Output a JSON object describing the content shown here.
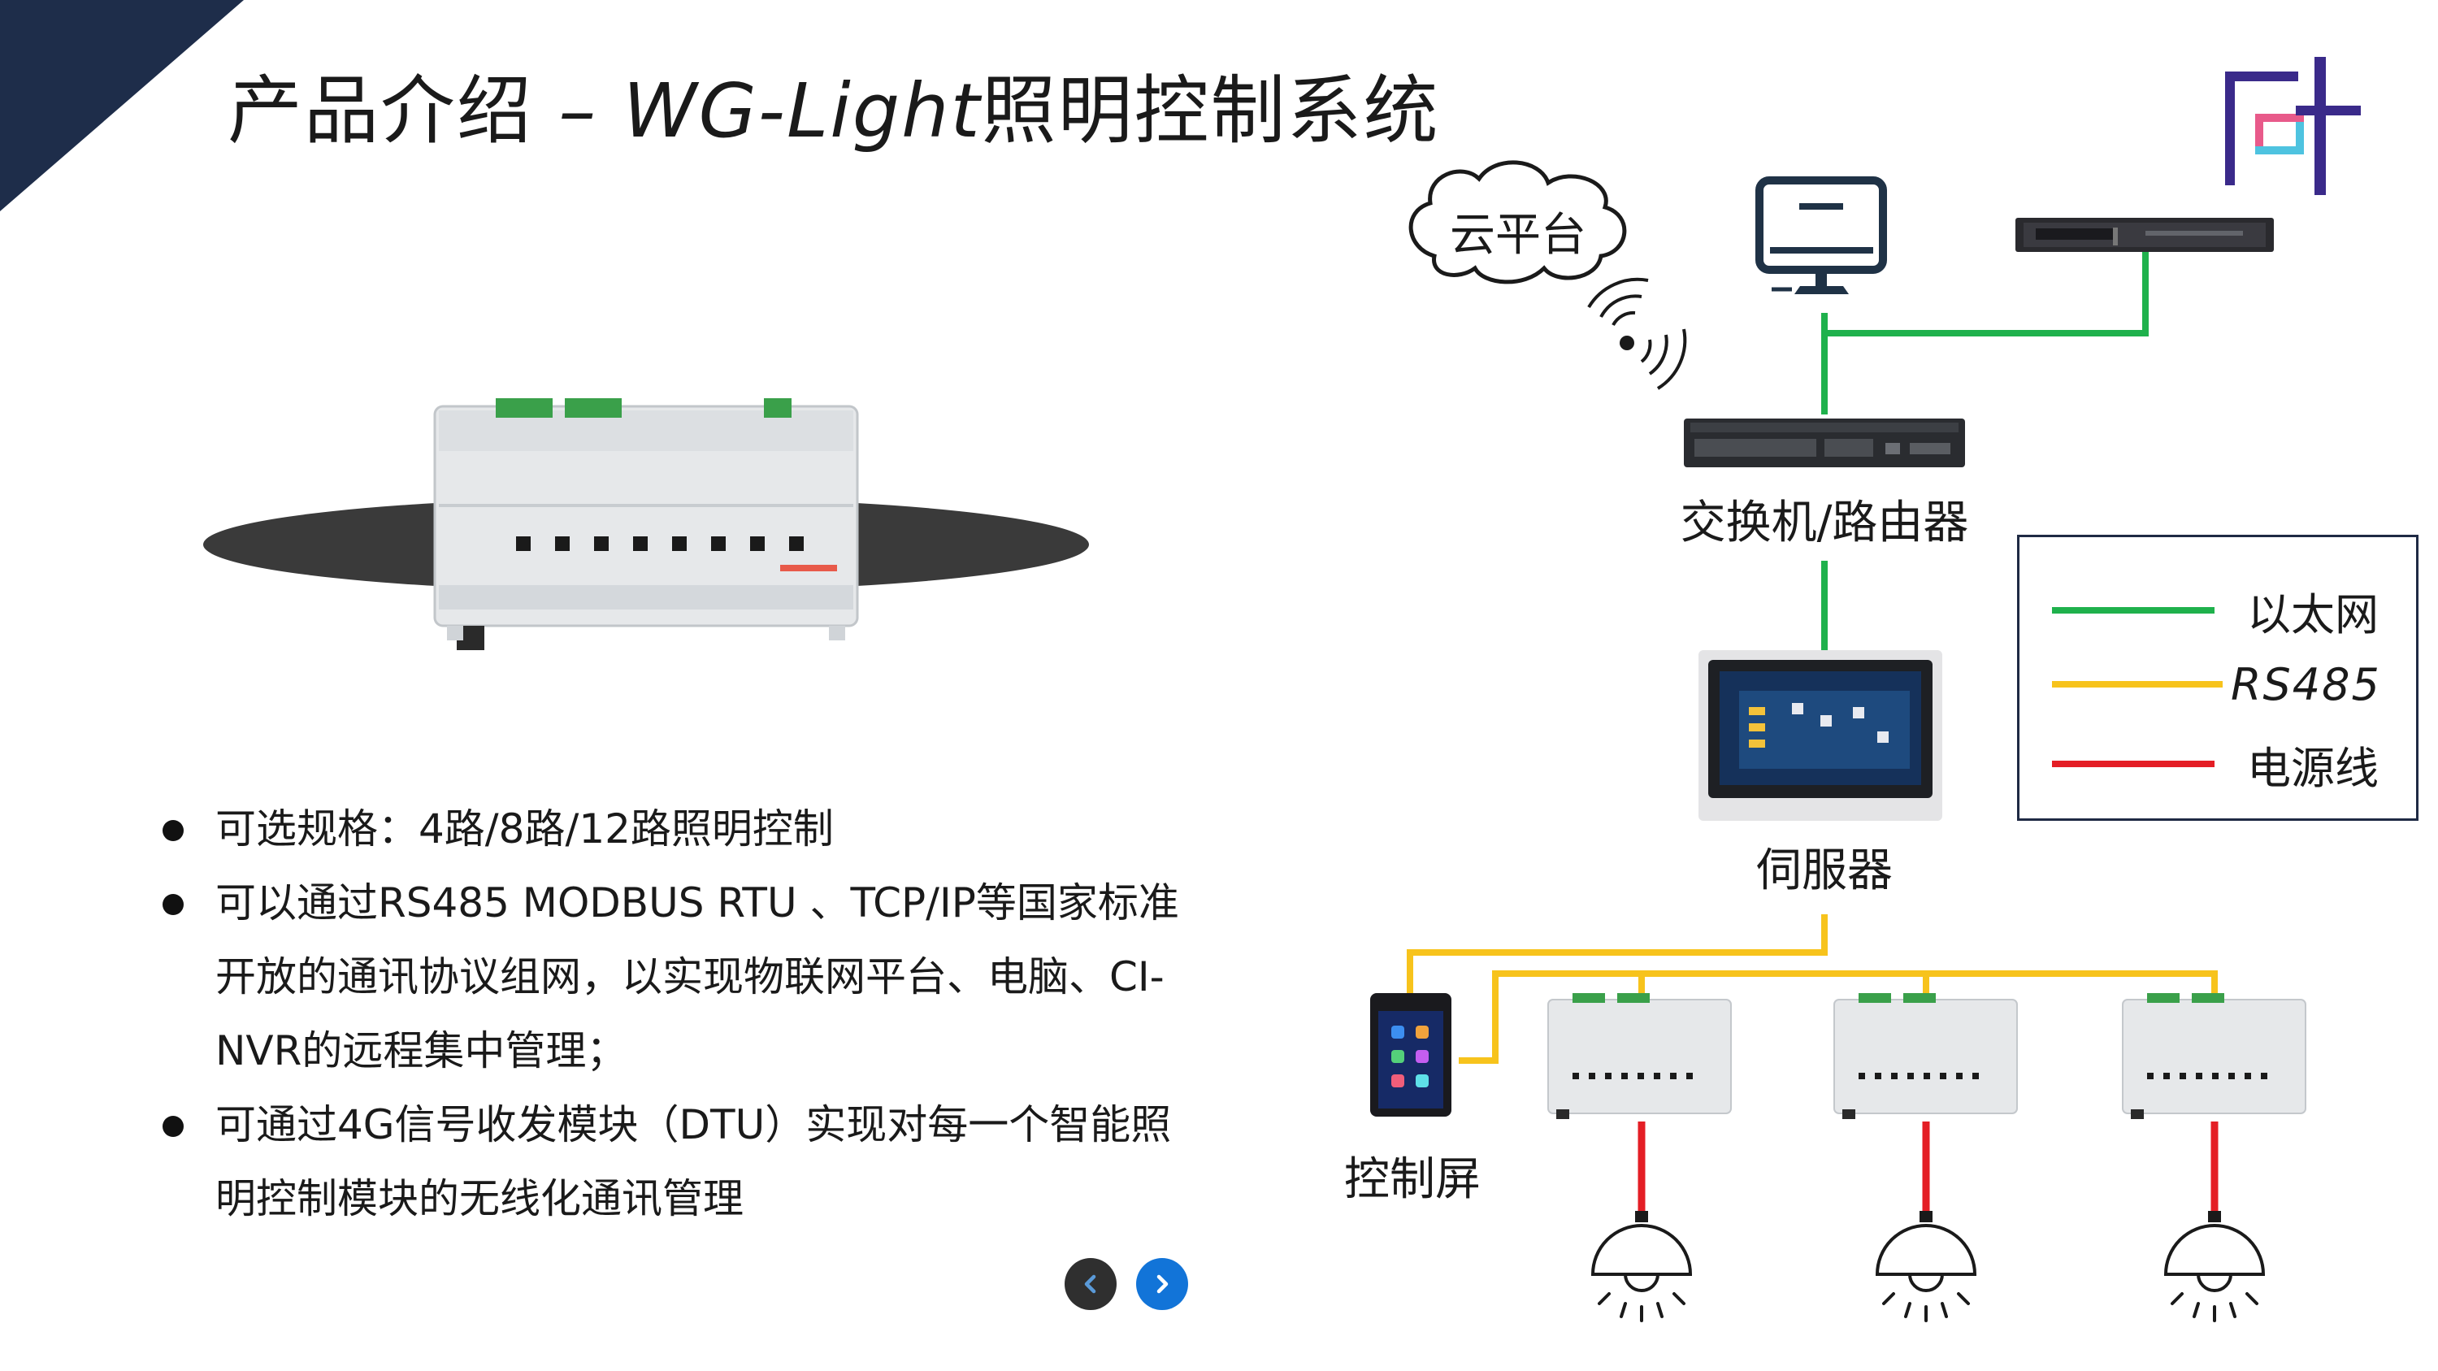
{
  "slide": {
    "title_prefix": "产品介绍 ",
    "title_latin": "– WG-Light",
    "title_suffix": "照明控制系统"
  },
  "bullets": [
    "可选规格：4路/8路/12路照明控制",
    "可以通过RS485 MODBUS RTU 、TCP/IP等国家标准开放的通讯协议组网，以实现物联网平台、电脑、CI-NVR的远程集中管理；",
    "可通过4G信号收发模块（DTU）实现对每一个智能照明控制模块的无线化通讯管理"
  ],
  "diagram": {
    "cloud_label": "云平台",
    "switch_label": "交换机/路由器",
    "server_label": "伺服器",
    "control_screen_label": "控制屏"
  },
  "legend": {
    "items": [
      {
        "label": "以太网",
        "color": "#1fb14c"
      },
      {
        "label": "RS485",
        "color": "#f7c31c"
      },
      {
        "label": "电源线",
        "color": "#e41e25"
      }
    ]
  },
  "colors": {
    "ethernet": "#1fb14c",
    "rs485": "#f7c31c",
    "power": "#e41e25",
    "corner": "#1e2d4a",
    "nav_next": "#1274d8",
    "nav_prev": "#2f2f2f"
  },
  "icons": {
    "nav_prev": "chevron-left-icon",
    "nav_next": "chevron-right-icon"
  }
}
